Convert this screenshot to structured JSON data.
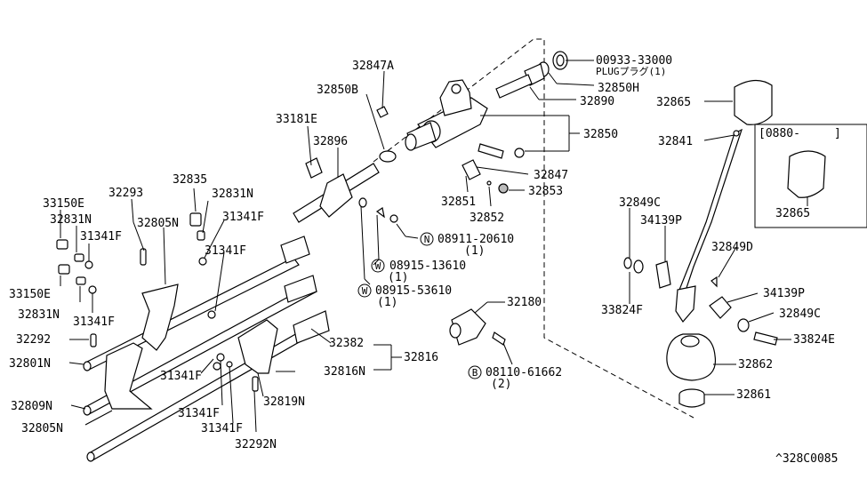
{
  "labels": {
    "p00933": "00933-33000",
    "plug": "PLUGプラグ(1)",
    "p32847A": "32847A",
    "p32850H": "32850H",
    "p32850B": "32850B",
    "p32890": "32890",
    "p32865a": "32865",
    "p33181E": "33181E",
    "p32896": "32896",
    "p32850": "32850",
    "p32841": "32841",
    "inset_code": "[0880-",
    "inset_bracket": "]",
    "p32865b": "32865",
    "p32847": "32847",
    "p32851": "32851",
    "p32853": "32853",
    "p32852": "32852",
    "p32835": "32835",
    "p32293": "32293",
    "p32831N_a": "32831N",
    "p33150E_a": "33150E",
    "p32831N_b": "32831N",
    "p31341F_a": "31341F",
    "p32805N_a": "32805N",
    "p31341F_b": "31341F",
    "p31341F_c": "31341F",
    "p33150E_b": "33150E",
    "p32831N_c": "32831N",
    "p31341F_d": "31341F",
    "p32292": "32292",
    "p32801N": "32801N",
    "p32809N": "32809N",
    "p32805N_b": "32805N",
    "p31341F_e": "31341F",
    "p31341F_f": "31341F",
    "p31341F_g": "31341F",
    "p32292N": "32292N",
    "p32819N": "32819N",
    "p32816N": "32816N",
    "p32816": "32816",
    "p32382": "32382",
    "n08911": "08911-20610",
    "n08911_q": "(1)",
    "w08915a": "08915-13610",
    "w08915a_q": "(1)",
    "w08915b": "08915-53610",
    "w08915b_q": "(1)",
    "p32180": "32180",
    "b08110": "08110-61662",
    "b08110_q": "(2)",
    "p32849C_a": "32849C",
    "p34139P_a": "34139P",
    "p32849D": "32849D",
    "p33824F": "33824F",
    "p34139P_b": "34139P",
    "p32849C_b": "32849C",
    "p33824E": "33824E",
    "p32862": "32862",
    "p32861": "32861",
    "footer": "^328C0085",
    "circ_N": "N",
    "circ_W": "W",
    "circ_B": "B"
  },
  "colors": {
    "ink": "#000000",
    "background": "#ffffff",
    "shade": "#bbbbbb"
  }
}
